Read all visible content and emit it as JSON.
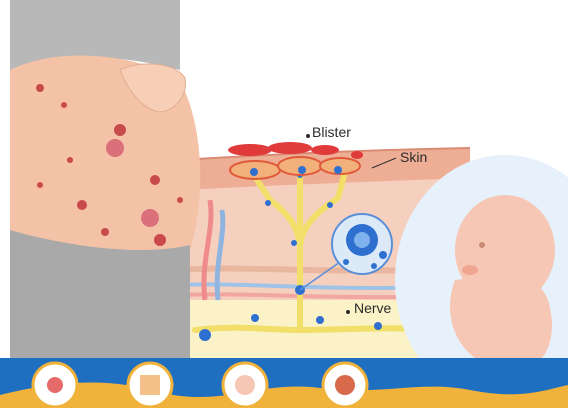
{
  "labels": {
    "blister": "Blister",
    "skin": "Skin",
    "nerve": "Nerve"
  },
  "colors": {
    "skin_tone": "#f4c2a6",
    "rash": "#c94a4a",
    "blister": "#e03a3a",
    "nerve": "#f2e27a",
    "virus": "#2f6fd0",
    "shirt": "#b8b8b8",
    "fetus_bg": "#e6f1fb",
    "fetus": "#f6c7b4",
    "bottom_band": "#1f6fc0",
    "bottom_wave": "#f0b23a"
  },
  "bottom_icons": [
    "rash-circle-icon",
    "bone-circle-icon",
    "fetus-circle-icon",
    "organs-circle-icon"
  ]
}
